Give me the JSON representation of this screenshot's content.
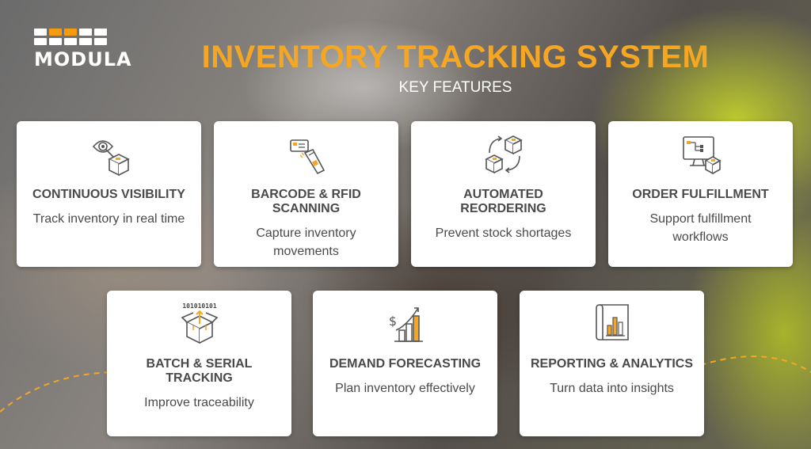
{
  "logo": {
    "text": "MODULA"
  },
  "header": {
    "title": "INVENTORY TRACKING SYSTEM",
    "subtitle": "KEY FEATURES"
  },
  "colors": {
    "accent": "#f5a623",
    "card_text": "#4a4a4a",
    "icon_stroke": "#555555"
  },
  "features": [
    {
      "icon": "eye-box-icon",
      "title": "CONTINUOUS VISIBILITY",
      "desc": "Track inventory in real time"
    },
    {
      "icon": "barcode-scanner-icon",
      "title": "BARCODE & RFID SCANNING",
      "desc": "Capture inventory movements"
    },
    {
      "icon": "reorder-cycle-icon",
      "title": "AUTOMATED REORDERING",
      "desc": "Prevent stock shortages"
    },
    {
      "icon": "workflow-monitor-icon",
      "title": "ORDER FULFILLMENT",
      "desc": "Support fulfillment workflows"
    },
    {
      "icon": "binary-box-icon",
      "title": "BATCH & SERIAL TRACKING",
      "desc": "Improve traceability",
      "binary_label": "101010101"
    },
    {
      "icon": "growth-chart-icon",
      "title": "DEMAND FORECASTING",
      "desc": "Plan inventory effectively"
    },
    {
      "icon": "report-chart-icon",
      "title": "REPORTING & ANALYTICS",
      "desc": "Turn data into insights"
    }
  ]
}
